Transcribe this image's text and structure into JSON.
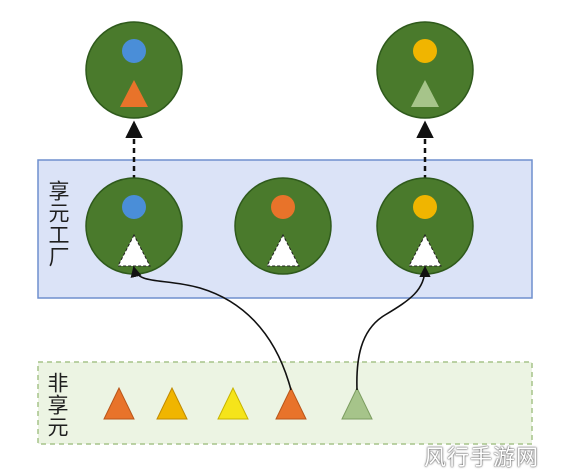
{
  "labels": {
    "flyweight_factory": "享元工厂",
    "unshared": "非享元"
  },
  "watermark": "风行手游网",
  "colors": {
    "circle_fill": "#4a7a2c",
    "circle_stroke": "#2f5a1c",
    "factory_panel_fill": "#dbe3f7",
    "factory_panel_stroke": "#6f8fce",
    "unshared_panel_fill": "#ecf4e3",
    "unshared_panel_stroke": "#a6c48a",
    "blue": "#4a8ed8",
    "orange": "#e8732a",
    "yellow": "#f0b500",
    "bright_yellow": "#f5e41a",
    "sage": "#a6c48a",
    "white": "#ffffff"
  },
  "factory_items": [
    {
      "dot": "blue",
      "triangle": "white",
      "linked_output": true
    },
    {
      "dot": "orange",
      "triangle": "white",
      "linked_output": false
    },
    {
      "dot": "yellow",
      "triangle": "white",
      "linked_output": true
    }
  ],
  "output_objects": [
    {
      "dot": "blue",
      "triangle": "orange"
    },
    {
      "dot": "yellow",
      "triangle": "sage"
    }
  ],
  "unshared_triangles": [
    "orange",
    "yellow",
    "bright_yellow",
    "orange",
    "sage"
  ],
  "connections": [
    {
      "from_unshared_index": 3,
      "to_factory_index": 0
    },
    {
      "from_unshared_index": 4,
      "to_factory_index": 2
    }
  ]
}
